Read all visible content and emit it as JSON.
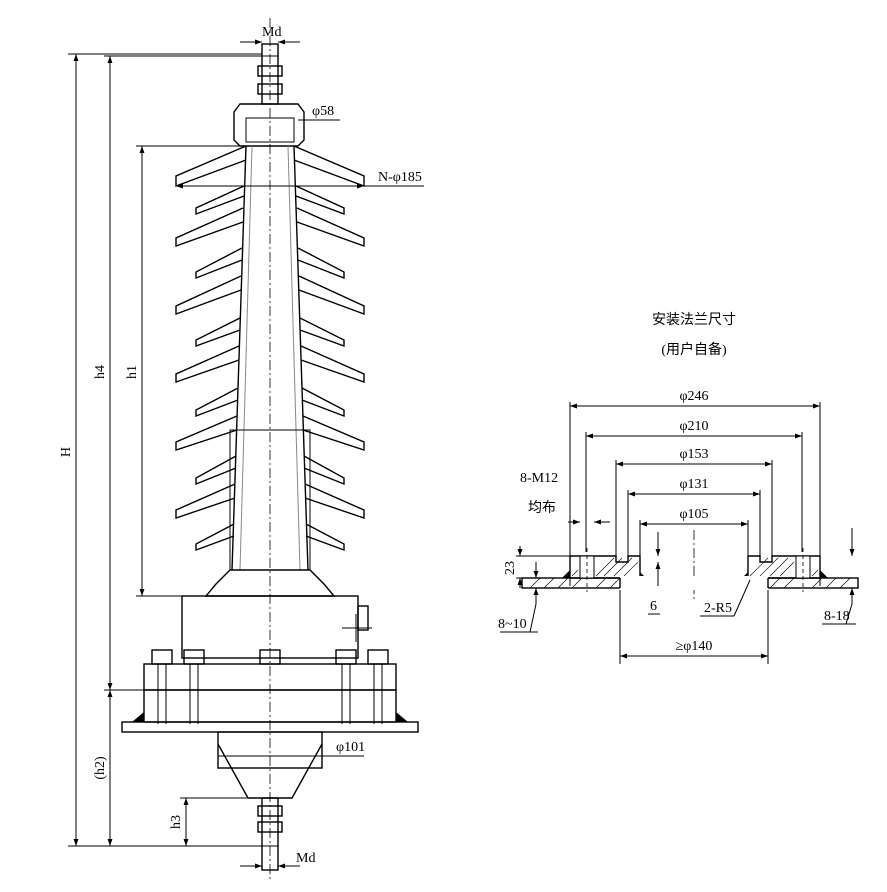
{
  "main_view": {
    "top_thread": "Md",
    "terminal_diameter": "φ58",
    "shed_diameter": "N-φ185",
    "overall_height": "H",
    "h4": "h4",
    "h1": "h1",
    "h2": "(h2)",
    "h3": "h3",
    "base_diameter": "φ101",
    "bottom_thread": "Md"
  },
  "flange": {
    "title": "安装法兰尺寸",
    "subtitle": "(用户自备)",
    "d246": "φ246",
    "d210": "φ210",
    "d153": "φ153",
    "d131": "φ131",
    "d105": "φ105",
    "bolts": "8-M12",
    "bolts_note": "均布",
    "thickness": "23",
    "edge": "8~10",
    "depth": "6",
    "radius": "2-R5",
    "min_hole": "≥φ140",
    "slot": "8-18"
  }
}
